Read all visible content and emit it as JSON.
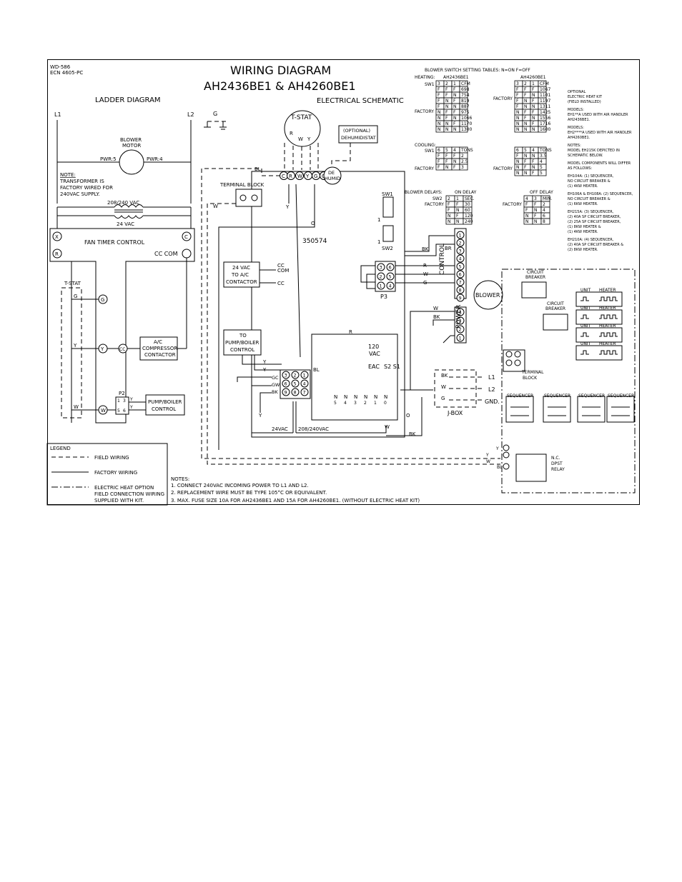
{
  "header": {
    "doc_code": "WD-586",
    "ecn": "ECN 4605-PC",
    "title": "WIRING  DIAGRAM",
    "models": "AH2436BE1  &  AH4260BE1",
    "ladder_label": "LADDER  DIAGRAM",
    "schematic_label": "ELECTRICAL  SCHEMATIC"
  },
  "ladder": {
    "l1": "L1",
    "l2": "L2",
    "ground": "G",
    "blower_motor": [
      "BLOWER",
      "MOTOR"
    ],
    "pwr5": "PWR:5",
    "pwr4": "PWR:4",
    "note": [
      "NOTE:",
      "TRANSFORMER IS",
      "FACTORY WIRED FOR",
      "240VAC SUPPLY."
    ],
    "transformer_primary": "208/240 VAC",
    "transformer_secondary": "24 VAC",
    "fan_timer": "FAN  TIMER  CONTROL",
    "x": "X",
    "r": "R",
    "c": "C",
    "cc_com": "CC COM",
    "tstat": "T-STAT",
    "g": "G",
    "y": "Y",
    "w": "W",
    "cc": "CC",
    "ac_contactor": [
      "A/C",
      "COMPRESSOR",
      "CONTACTOR"
    ],
    "p2": "P2",
    "p2_pins": [
      "1",
      "3",
      "5",
      "6"
    ],
    "pump_boiler": [
      "PUMP/BOILER",
      "CONTROL"
    ]
  },
  "legend": {
    "title": "LEGEND",
    "field": "FIELD WIRING",
    "factory": "FACTORY WIRING",
    "electric_heat": [
      "ELECTRIC HEAT OPTION",
      "FIELD CONNECTION WIRING",
      "SUPPLIED WITH KIT."
    ]
  },
  "notes": {
    "title": "NOTES:",
    "items": [
      "1. CONNECT 240VAC INCOMING POWER TO L1 AND L2.",
      "2. REPLACEMENT WIRE MUST BE TYPE 105°C OR EQUIVALENT.",
      "3. MAX. FUSE SIZE 10A FOR AH2436BE1 AND 15A FOR AH4260BE1. (WITHOUT ELECTRIC HEAT KIT)"
    ]
  },
  "schematic": {
    "tstat": "T-STAT",
    "tstat_terms": [
      "R",
      "W",
      "Y"
    ],
    "dehum": [
      "(OPTIONAL)",
      "DEHUMIDISTAT"
    ],
    "bl": "BL",
    "terminal_block": "TERMINAL BLOCK",
    "board_terms": [
      "C",
      "R",
      "W",
      "Y",
      "G",
      "O"
    ],
    "de_humid": [
      "DE",
      "HUMID"
    ],
    "w": "W",
    "y": "Y",
    "o": "O",
    "board_number": "350574",
    "sw1": "SW1",
    "sw2": "SW2",
    "one": "1",
    "ac24": [
      "24 VAC",
      "TO A/C",
      "CONTACTOR"
    ],
    "cc_com": [
      "CC",
      "COM"
    ],
    "cc": "CC",
    "p3": "P3",
    "p3_pins": [
      "3",
      "6",
      "2",
      "5",
      "1",
      "4"
    ],
    "wire_bk": "BK",
    "wire_br": "BR",
    "wire_r": "R",
    "wire_w": "W",
    "wire_g": "G",
    "control": "CONTROL",
    "control_pins": [
      "1",
      "2",
      "3",
      "4",
      "5",
      "6",
      "7",
      "8",
      "9"
    ],
    "blower": "BLOWER",
    "power": "POWER",
    "power_pins": [
      "4",
      "3",
      "2",
      "1"
    ],
    "pump": [
      "TO",
      "PUMP/BOILER",
      "CONTROL"
    ],
    "vac120": [
      "120",
      "VAC"
    ],
    "eac": "EAC",
    "s2s1": "S2 S1",
    "n_terms": [
      "N",
      "N",
      "N",
      "N",
      "N",
      "N"
    ],
    "n_sub": [
      "5",
      "4",
      "3",
      "2",
      "1",
      "0"
    ],
    "p1_pins": [
      "3",
      "2",
      "1",
      "6",
      "5",
      "4",
      "9",
      "8",
      "7"
    ],
    "p1_labels": [
      "GC",
      "GW",
      "BK"
    ],
    "vac24": "24VAC",
    "vac208": "208/240VAC",
    "r": "R",
    "bl2": "BL",
    "bk": "BK",
    "l1": "L1",
    "l2": "L2",
    "gnd": "GND.",
    "jbox": "J-BOX",
    "g": "G",
    "tb": [
      "TERMINAL",
      "BLOCK"
    ],
    "circuit_breaker": [
      "CIRCUIT",
      "BREAKER"
    ],
    "unit_heater": [
      "UNIT",
      "HEATER"
    ],
    "sequencer": "SEQUENCER",
    "ncdpst": [
      "N.C.",
      "DPST",
      "RELAY"
    ],
    "w_short": "W",
    "bl_short": "BL"
  },
  "tables": {
    "blower_switch_title": "BLOWER  SWITCH  SETTING  TABLES:  N=ON  F=OFF",
    "heating_label": "HEATING:",
    "model_a": "AH2436BE1",
    "model_b": "AH4260BE1",
    "sw1": "SW1",
    "sw2": "SW2",
    "factory": "FACTORY",
    "heating_cols": [
      "3",
      "2",
      "1",
      "CFM"
    ],
    "heating_a": [
      [
        "F",
        "F",
        "F",
        "698"
      ],
      [
        "F",
        "F",
        "N",
        "754"
      ],
      [
        "F",
        "N",
        "F",
        "819"
      ],
      [
        "F",
        "N",
        "N",
        "887"
      ],
      [
        "N",
        "F",
        "F",
        "975"
      ],
      [
        "N",
        "F",
        "N",
        "1066"
      ],
      [
        "N",
        "N",
        "F",
        "1170"
      ],
      [
        "N",
        "N",
        "N",
        "1300"
      ]
    ],
    "heating_b": [
      [
        "F",
        "F",
        "F",
        "1067"
      ],
      [
        "F",
        "F",
        "N",
        "1101"
      ],
      [
        "F",
        "N",
        "F",
        "1197"
      ],
      [
        "F",
        "N",
        "N",
        "1311"
      ],
      [
        "N",
        "F",
        "F",
        "1425"
      ],
      [
        "N",
        "F",
        "N",
        "1556"
      ],
      [
        "N",
        "N",
        "F",
        "1716"
      ],
      [
        "N",
        "N",
        "N",
        "1600"
      ]
    ],
    "cooling_label": "COOLING:",
    "cooling_cols": [
      "6",
      "5",
      "4",
      "TONS"
    ],
    "cooling_a": [
      [
        "F",
        "F",
        "F",
        "2"
      ],
      [
        "F",
        "F",
        "N",
        "2.5"
      ],
      [
        "F",
        "N",
        "F",
        "3"
      ]
    ],
    "cooling_b": [
      [
        "F",
        "N",
        "N",
        "3.5"
      ],
      [
        "N",
        "F",
        "F",
        "4"
      ],
      [
        "N",
        "F",
        "N",
        "5"
      ],
      [
        "N",
        "N",
        "F",
        "5"
      ]
    ],
    "delays_label": "BLOWER  DELAYS:",
    "on_delay": "ON  DELAY",
    "off_delay": "OFF  DELAY",
    "delay_on_cols": [
      "2",
      "1",
      "SEC."
    ],
    "delay_on": [
      [
        "F",
        "F",
        "30"
      ],
      [
        "F",
        "N",
        "60"
      ],
      [
        "N",
        "F",
        "120"
      ],
      [
        "N",
        "N",
        "240"
      ]
    ],
    "delay_off_cols": [
      "4",
      "3",
      "MIN."
    ],
    "delay_off": [
      [
        "F",
        "F",
        "2"
      ],
      [
        "F",
        "N",
        "4"
      ],
      [
        "N",
        "F",
        "6"
      ],
      [
        "N",
        "N",
        "8"
      ]
    ],
    "side_notes": [
      "OPTIONAL",
      "ELECTRIC HEAT KIT",
      "(FIELD INSTALLED)",
      "",
      "MODELS:",
      "EH1**A USED WITH AIR HANDLER",
      "AH2436BE1.",
      "",
      "MODELS:",
      "EH2****A USED WITH AIR HANDLER",
      "AH4260BE1.",
      "",
      "NOTES:",
      "MODEL EH215K DEPICTED IN",
      "SCHEMATIC BELOW.",
      "",
      "MODEL COMPONENTS WILL DIFFER",
      "AS FOLLOWS:",
      "",
      "EH104A: (1) SEQUENCER,",
      "NO CIRCUIT BREAKER &",
      "(1) 4KW HEATER.",
      "",
      "EH106A & EH108A: (2) SEQUENCER,",
      "NO CIRCUIT BREAKER &",
      "(1) 6KW HEATER.",
      "",
      "EH215A: (3) SEQUENCER,",
      "(2) 40A SP CIRCUIT BREAKER,",
      "(2) 25A SP CIRCUIT BREAKER,",
      "(1) 8KW HEATER &",
      "(1) 4KW HEATER.",
      "",
      "EH210A: (4) SEQUENCER,",
      "(2) 40A SP CIRCUIT BREAKER &",
      "(2) 8KW HEATER."
    ]
  }
}
